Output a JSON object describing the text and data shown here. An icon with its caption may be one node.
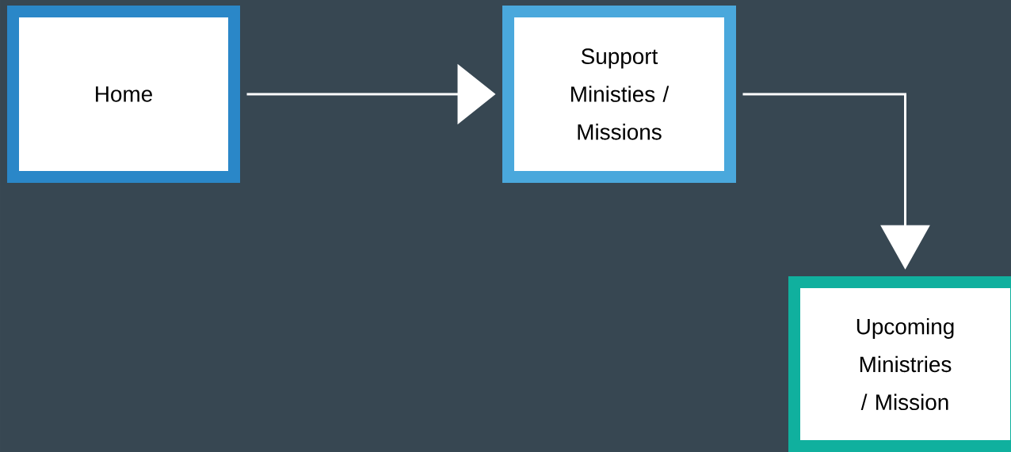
{
  "diagram": {
    "nodes": [
      {
        "text": [
          "Home"
        ]
      },
      {
        "text": [
          "Support Ministies / Missions"
        ]
      },
      {
        "text": [
          "Upcoming Ministries / Mission"
        ]
      }
    ],
    "edges": [
      {
        "from": 0,
        "to": 1,
        "arrow": "to"
      },
      {
        "from": 1,
        "to": 2,
        "arrow": "to"
      }
    ]
  }
}
